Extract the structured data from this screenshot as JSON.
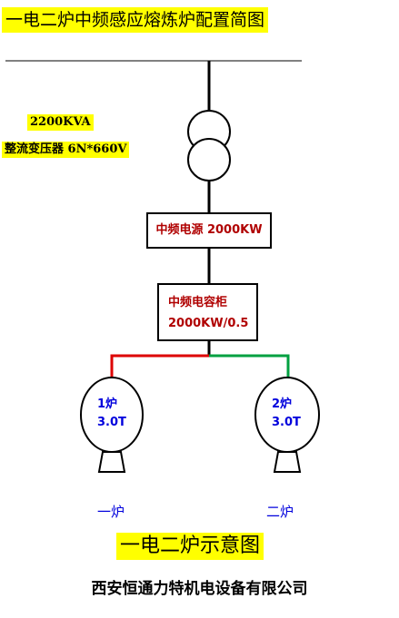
{
  "header": {
    "title": "一电二炉中频感应熔炼炉配置简图"
  },
  "transformer": {
    "capacity": "2200KVA",
    "type": "整流变压器 6N*660V"
  },
  "power_supply": {
    "label": "中频电源 2000KW"
  },
  "capacitor": {
    "line1": "中频电容柜",
    "line2": "2000KW/0.5"
  },
  "furnaces": [
    {
      "number": "1炉",
      "capacity": "3.0T",
      "name": "一炉"
    },
    {
      "number": "2炉",
      "capacity": "3.0T",
      "name": "二炉"
    }
  ],
  "colors": {
    "left_bus": "#dd0000",
    "right_bus": "#00a040",
    "box_text": "#b00000",
    "furnace_text": "#0000dd",
    "highlight": "#ffff00"
  },
  "footer": {
    "title": "一电二炉示意图",
    "company": "西安恒通力特机电设备有限公司"
  }
}
